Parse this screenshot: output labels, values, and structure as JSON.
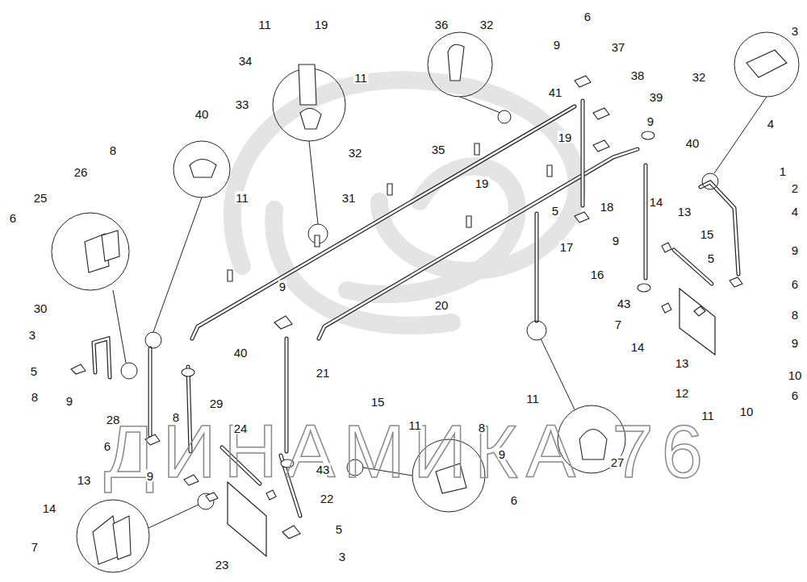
{
  "diagram": {
    "labels": [
      "3",
      "32",
      "4",
      "1",
      "2",
      "4",
      "9",
      "5",
      "6",
      "8",
      "9",
      "10",
      "6",
      "10",
      "11",
      "12",
      "13",
      "14",
      "7",
      "43",
      "16",
      "15",
      "14",
      "13",
      "40",
      "18",
      "9",
      "5",
      "17",
      "9",
      "39",
      "38",
      "37",
      "6",
      "9",
      "41",
      "36",
      "32",
      "19",
      "19",
      "35",
      "20",
      "11",
      "19",
      "34",
      "11",
      "33",
      "32",
      "40",
      "11",
      "31",
      "8",
      "26",
      "25",
      "6",
      "30",
      "3",
      "5",
      "8",
      "9",
      "28",
      "6",
      "9",
      "8",
      "29",
      "40",
      "9",
      "21",
      "15",
      "24",
      "43",
      "22",
      "5",
      "3",
      "23",
      "13",
      "14",
      "7",
      "11",
      "8",
      "9",
      "6",
      "11",
      "27",
      "ДИНАМИКА 76"
    ]
  }
}
